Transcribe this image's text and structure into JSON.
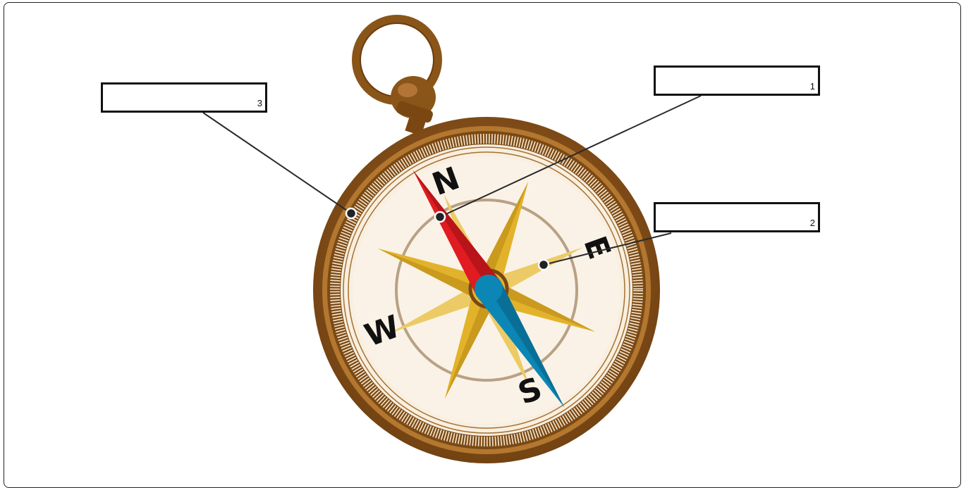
{
  "diagram": {
    "compass": {
      "cardinal_letters": {
        "north": "N",
        "east": "E",
        "south": "S",
        "west": "W"
      },
      "colors": {
        "case_brown": "#8a5518",
        "face_cream": "#f8efe0",
        "star_gold": "#e2b32a",
        "star_light": "#eccb66",
        "needle_north": "#e01b22",
        "needle_south": "#0b86b5"
      }
    },
    "labels": [
      {
        "number": "1",
        "value": ""
      },
      {
        "number": "2",
        "value": ""
      },
      {
        "number": "3",
        "value": ""
      }
    ]
  }
}
